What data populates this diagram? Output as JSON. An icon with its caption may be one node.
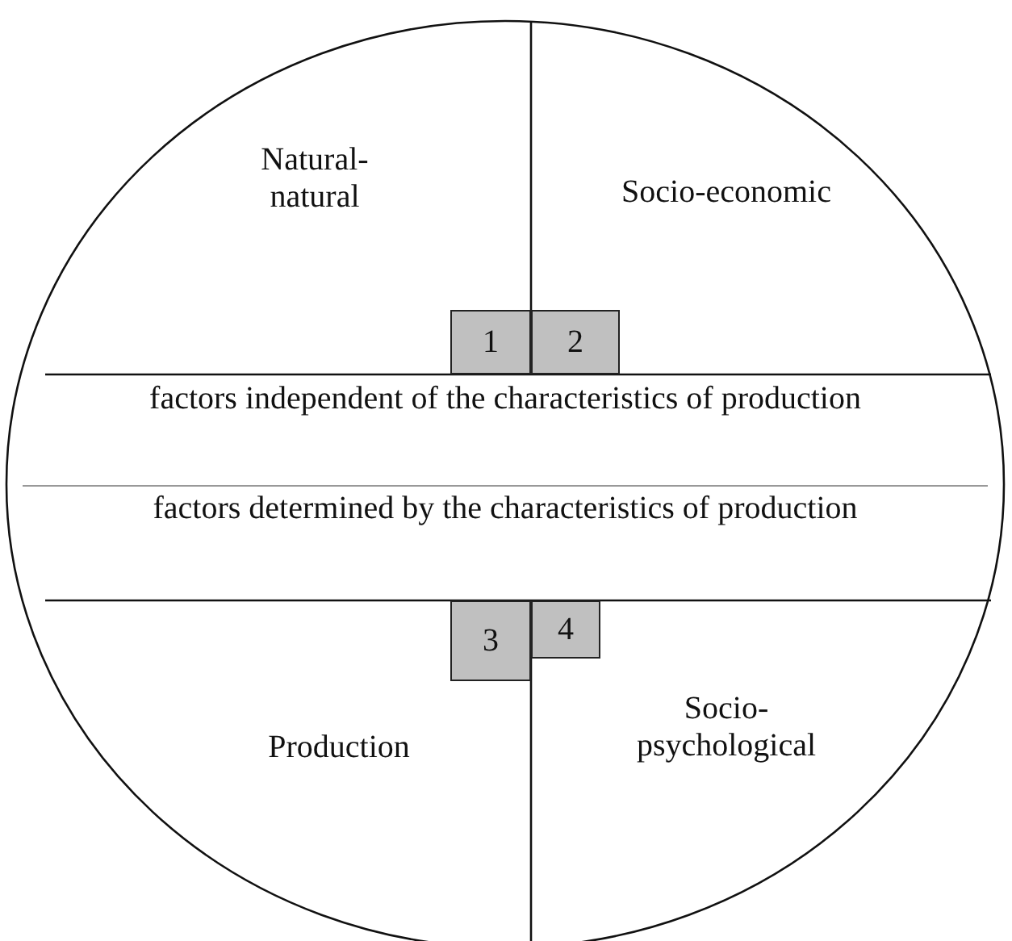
{
  "diagram": {
    "nodes": [
      {
        "text": [
          "1"
        ]
      },
      {
        "text": [
          "2"
        ]
      },
      {
        "text": [
          "factors independent of the characteristics of production"
        ]
      },
      {
        "text": [
          "factors determined by the characteristics of production"
        ]
      },
      {
        "text": [
          "3"
        ]
      },
      {
        "text": [
          "4"
        ]
      }
    ],
    "labels": [
      "Natural-natural",
      "Socio-economic",
      "Production",
      "Socio-psychological"
    ]
  }
}
